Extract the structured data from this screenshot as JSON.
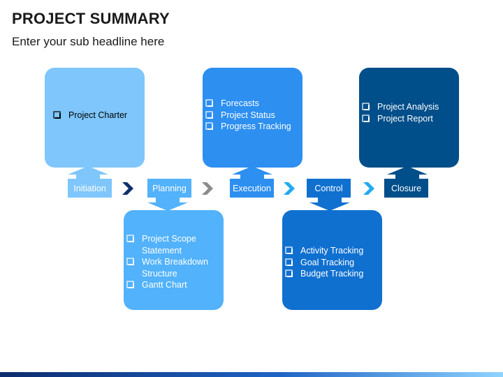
{
  "header": {
    "title": "PROJECT SUMMARY",
    "subtitle": "Enter your sub headline here"
  },
  "colors": {
    "initiation": "#7ec6fb",
    "planning": "#52b2fb",
    "execution": "#2d8ff0",
    "control": "#1070d0",
    "closure": "#004e8a",
    "chevron_dark": "#0d2f6e",
    "chevron_gray": "#8c8c8c",
    "chevron_light": "#22aaf0"
  },
  "stages": [
    {
      "label": "Initiation",
      "items": [
        "Project Charter"
      ]
    },
    {
      "label": "Planning",
      "items": [
        "Project Scope Statement",
        "Work Breakdown Structure",
        "Gantt Chart"
      ]
    },
    {
      "label": "Execution",
      "items": [
        "Forecasts",
        "Project Status",
        "Progress Tracking"
      ]
    },
    {
      "label": "Control",
      "items": [
        "Activity Tracking",
        "Goal Tracking",
        "Budget Tracking"
      ]
    },
    {
      "label": "Closure",
      "items": [
        "Project Analysis",
        "Project Report"
      ]
    }
  ]
}
